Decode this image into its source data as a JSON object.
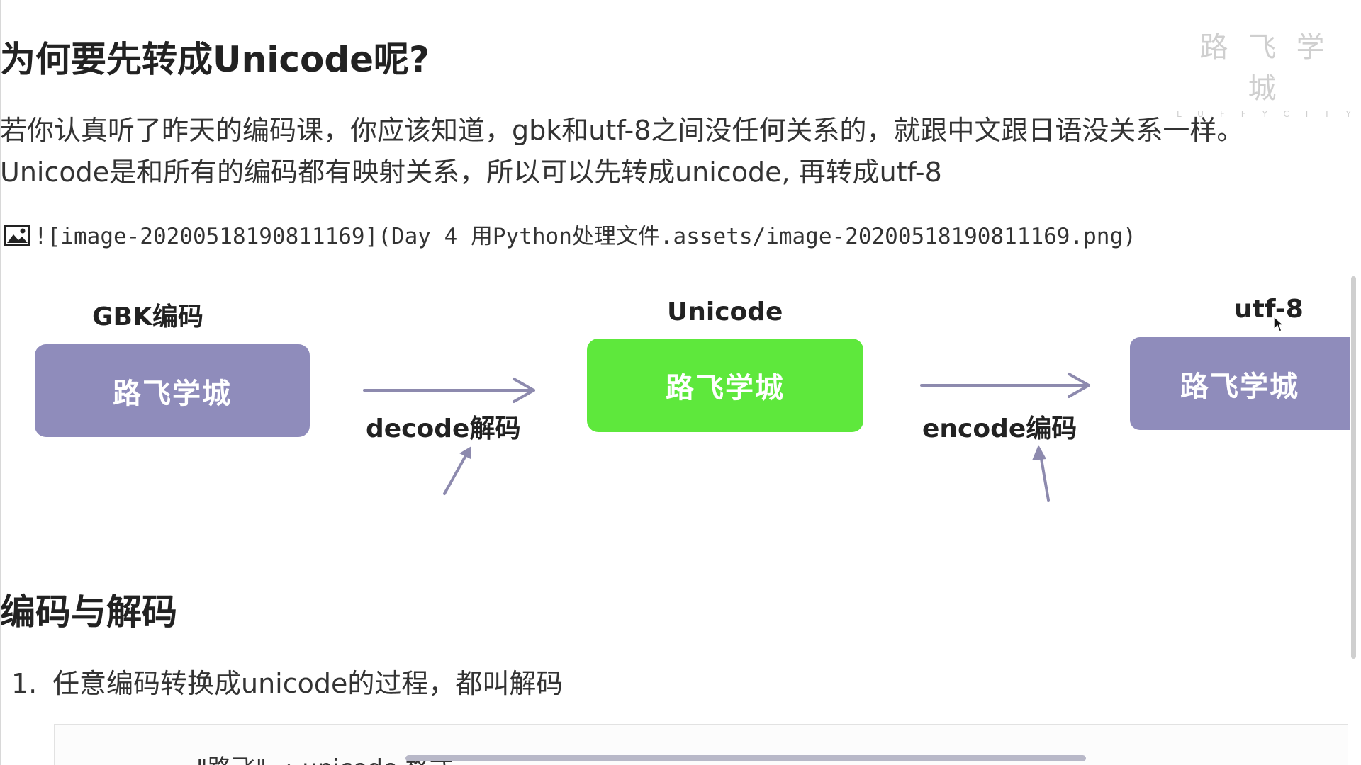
{
  "watermark": {
    "cn": "路飞学城",
    "en": "LUFFYCITY"
  },
  "heading1": "为何要先转成Unicode呢?",
  "paragraph": {
    "line1": "若你认真听了昨天的编码课，你应该知道，gbk和utf-8之间没任何关系的，就跟中文跟日语没关系一样。",
    "line2": "Unicode是和所有的编码都有映射关系，所以可以先转成unicode, 再转成utf-8"
  },
  "image_markdown": "![image-20200518190811169](Day 4 用Python处理文件.assets/image-20200518190811169.png)",
  "diagram": {
    "gbk_label": "GBK编码",
    "unicode_label": "Unicode",
    "utf8_label": "utf-8",
    "gbk_box": "路飞学城",
    "unicode_box": "路飞学城",
    "utf8_box": "路飞学城",
    "decode_label": "decode解码",
    "encode_label": "encode编码",
    "colors": {
      "gbk": "#8f8cbb",
      "unicode": "#5ee83c",
      "utf8": "#8f8cbb",
      "arrow": "#8d8aae"
    }
  },
  "heading2": "编码与解码",
  "list": [
    {
      "num": "1.",
      "text": "任意编码转换成unicode的过程，都叫解码"
    }
  ],
  "code_fragment": "\"路飞\" → unicode 格式"
}
